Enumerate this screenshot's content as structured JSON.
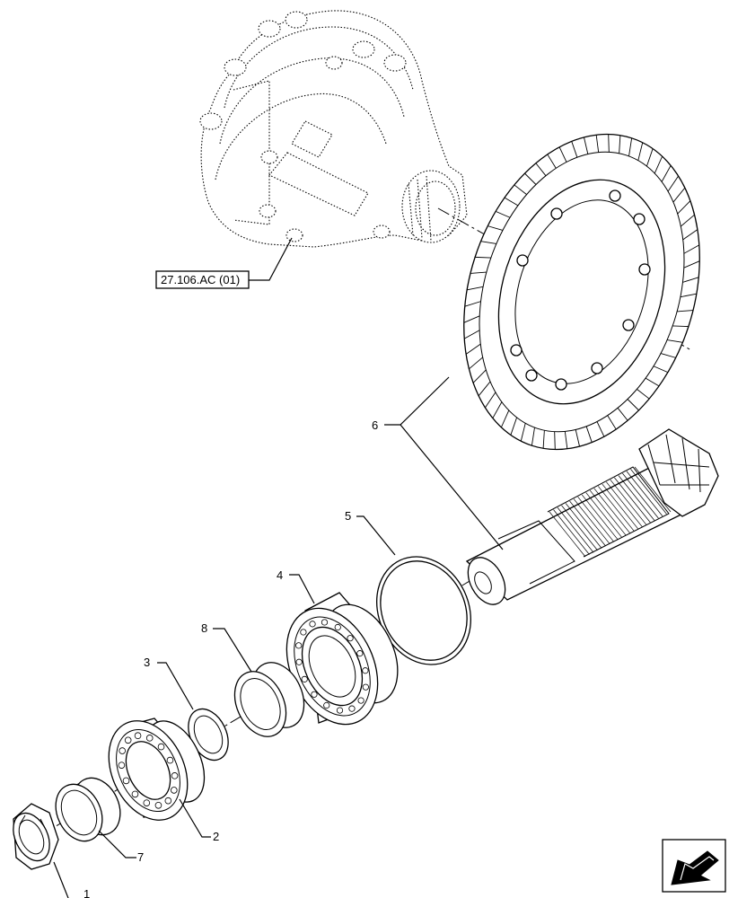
{
  "reference_label": "27.106.AC (01)",
  "callouts": {
    "c1": "1",
    "c2": "2",
    "c3": "3",
    "c4": "4",
    "c5": "5",
    "c6": "6",
    "c7": "7",
    "c8": "8"
  },
  "nav_icon": "page-navigation-arrow-icon"
}
